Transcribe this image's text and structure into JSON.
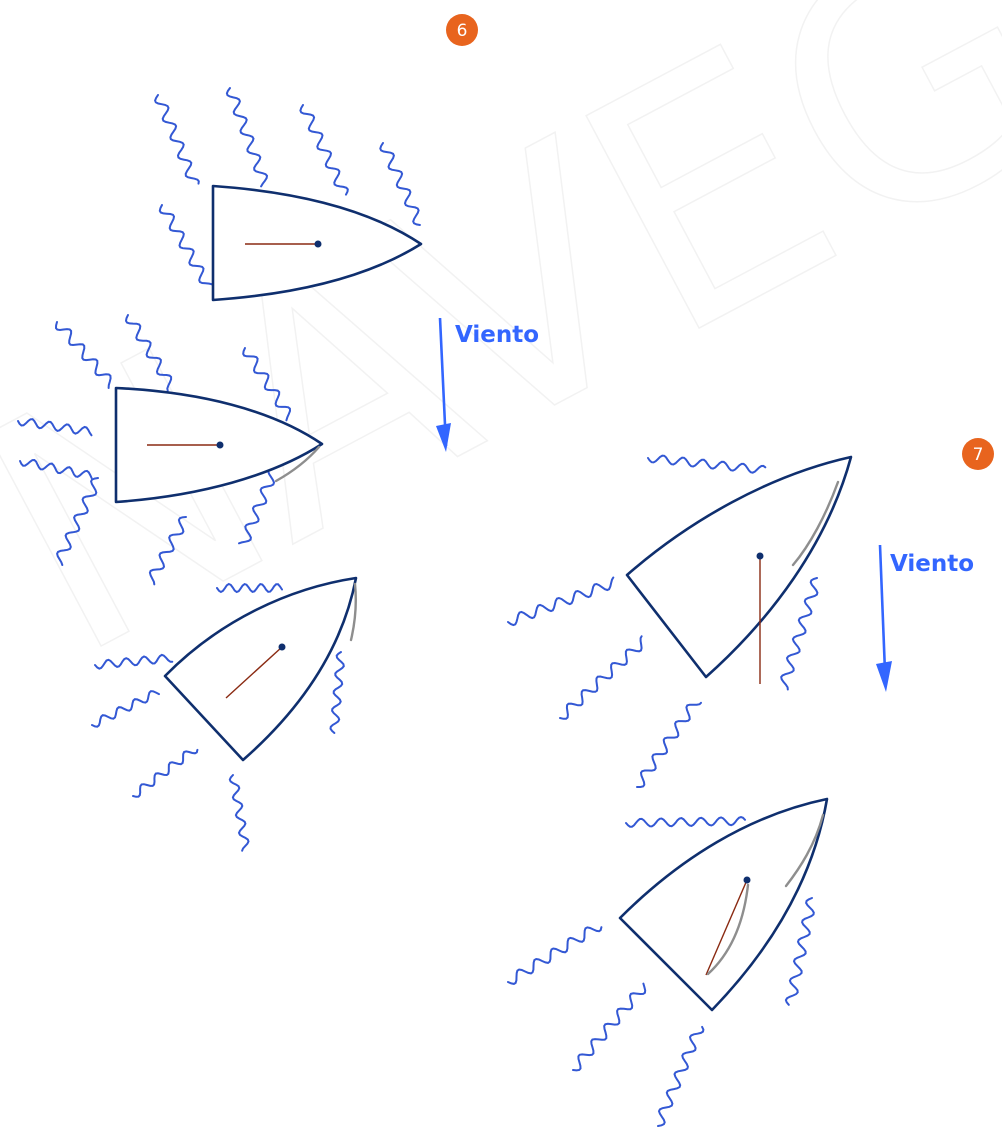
{
  "colors": {
    "hull": "#0f2f6e",
    "wave": "#3358d4",
    "wind": "#3366ff",
    "badge": "#e8641e",
    "boom": "#8a2a12",
    "sail": "#8e8e8e",
    "mast": "#0f2f6e",
    "watermark": "#f2f2f2"
  },
  "watermark": {
    "text": "NAVEGA"
  },
  "panels": [
    {
      "badge": "6",
      "wind_label": "Viento"
    },
    {
      "badge": "7",
      "wind_label": "Viento"
    }
  ]
}
